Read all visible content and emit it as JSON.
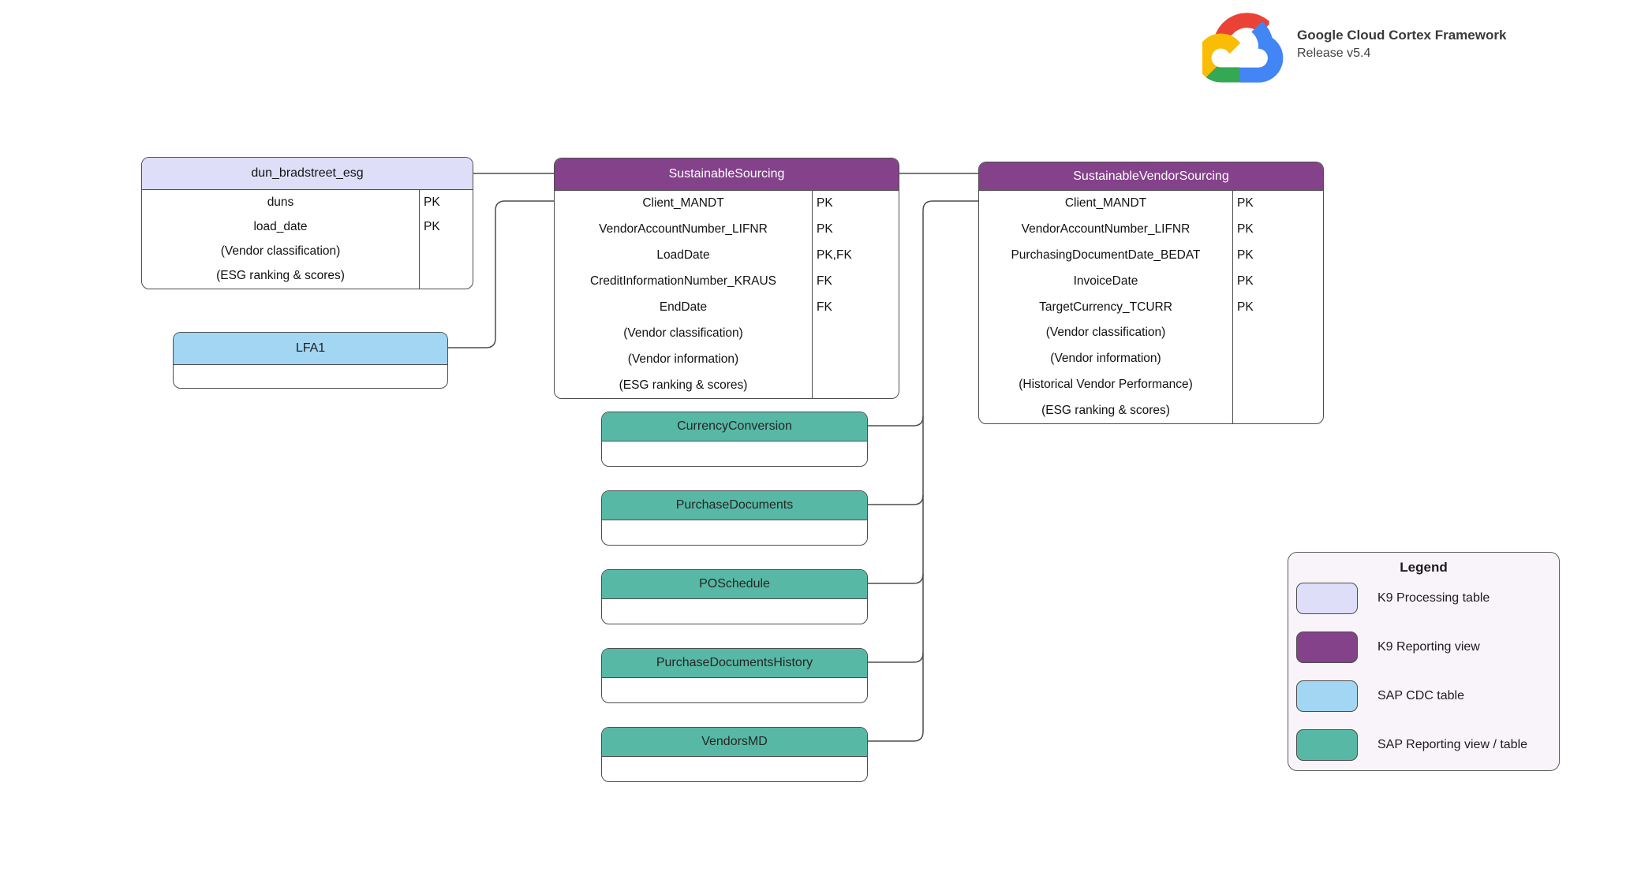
{
  "header": {
    "title": "Google Cloud Cortex Framework",
    "subtitle": "Release v5.4"
  },
  "colors": {
    "k9_processing_table": "#dedef8",
    "k9_reporting_view": "#84428a",
    "sap_cdc_table": "#a2d6f2",
    "sap_reporting_view_table": "#57b8a5",
    "connector_line": "#4d4d4d",
    "legend_background": "#f9f4f9"
  },
  "tables": {
    "dun": {
      "title": "dun_bradstreet_esg",
      "type": "K9 Processing table",
      "rows": [
        {
          "name": "duns",
          "key": "PK"
        },
        {
          "name": "load_date",
          "key": "PK"
        },
        {
          "name": "(Vendor classification)",
          "key": ""
        },
        {
          "name": "(ESG ranking & scores)",
          "key": ""
        }
      ]
    },
    "ss": {
      "title": "SustainableSourcing",
      "type": "K9 Reporting view",
      "rows": [
        {
          "name": "Client_MANDT",
          "key": "PK"
        },
        {
          "name": "VendorAccountNumber_LIFNR",
          "key": "PK"
        },
        {
          "name": "LoadDate",
          "key": "PK,FK"
        },
        {
          "name": "CreditInformationNumber_KRAUS",
          "key": "FK"
        },
        {
          "name": "EndDate",
          "key": "FK"
        },
        {
          "name": "(Vendor classification)",
          "key": ""
        },
        {
          "name": "(Vendor information)",
          "key": ""
        },
        {
          "name": "(ESG ranking & scores)",
          "key": ""
        }
      ]
    },
    "svs": {
      "title": "SustainableVendorSourcing",
      "type": "K9 Reporting view",
      "rows": [
        {
          "name": "Client_MANDT",
          "key": "PK"
        },
        {
          "name": "VendorAccountNumber_LIFNR",
          "key": "PK"
        },
        {
          "name": "PurchasingDocumentDate_BEDAT",
          "key": "PK"
        },
        {
          "name": "InvoiceDate",
          "key": "PK"
        },
        {
          "name": "TargetCurrency_TCURR",
          "key": "PK"
        },
        {
          "name": "(Vendor classification)",
          "key": ""
        },
        {
          "name": "(Vendor information)",
          "key": ""
        },
        {
          "name": "(Historical Vendor Performance)",
          "key": ""
        },
        {
          "name": "(ESG ranking & scores)",
          "key": ""
        }
      ]
    },
    "lfa1": {
      "title": "LFA1",
      "type": "SAP CDC table",
      "rows": []
    },
    "cc": {
      "title": "CurrencyConversion",
      "type": "SAP Reporting view / table",
      "rows": []
    },
    "pd": {
      "title": "PurchaseDocuments",
      "type": "SAP Reporting view / table",
      "rows": []
    },
    "pos": {
      "title": "POSchedule",
      "type": "SAP Reporting view / table",
      "rows": []
    },
    "pdh": {
      "title": "PurchaseDocumentsHistory",
      "type": "SAP Reporting view / table",
      "rows": []
    },
    "vmd": {
      "title": "VendorsMD",
      "type": "SAP Reporting view / table",
      "rows": []
    }
  },
  "legend": {
    "title": "Legend",
    "items": [
      {
        "label": "K9 Processing table",
        "color": "#dedef8"
      },
      {
        "label": "K9 Reporting view",
        "color": "#84428a"
      },
      {
        "label": "SAP CDC table",
        "color": "#a2d6f2"
      },
      {
        "label": "SAP Reporting view / table",
        "color": "#57b8a5"
      }
    ]
  }
}
